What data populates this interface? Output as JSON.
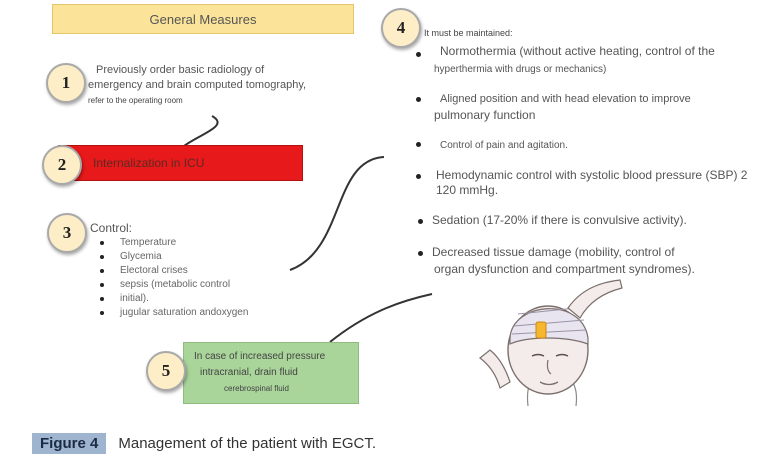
{
  "header": {
    "title": "General Measures"
  },
  "steps": [
    {
      "number": "1",
      "lines": [
        "Previously order basic radiology of",
        "emergency and brain computed tomography,",
        "refer to the operating room"
      ]
    },
    {
      "number": "2",
      "text": "Internalization in ICU"
    },
    {
      "number": "3",
      "title": "Control:",
      "items": [
        "Temperature",
        "Glycemia",
        "Electoral crises",
        "sepsis (metabolic control",
        "initial).",
        "jugular saturation andoxygen"
      ]
    },
    {
      "number": "4",
      "intro": "It must be maintained:"
    },
    {
      "number": "5",
      "lines": [
        "In case of increased pressure",
        "intracranial, drain fluid",
        "cerebrospinal fluid"
      ]
    }
  ],
  "maintained_items": [
    {
      "lines": [
        "Normothermia (without active heating, control of the",
        "hyperthermia with drugs or mechanics)"
      ]
    },
    {
      "lines": [
        "Aligned position and with head elevation to improve",
        "pulmonary function"
      ]
    },
    {
      "lines": [
        "Control of pain and agitation."
      ]
    },
    {
      "lines": [
        "Hemodynamic control with systolic blood pressure (SBP) 2",
        "120 mmHg."
      ]
    },
    {
      "lines": [
        "Sedation (17-20% if there is convulsive activity)."
      ]
    },
    {
      "lines": [
        "Decreased tissue damage (mobility, control of",
        "organ dysfunction and compartment syndromes)."
      ]
    }
  ],
  "caption": {
    "label": "Figure 4",
    "text": "Management of the patient with EGCT."
  }
}
